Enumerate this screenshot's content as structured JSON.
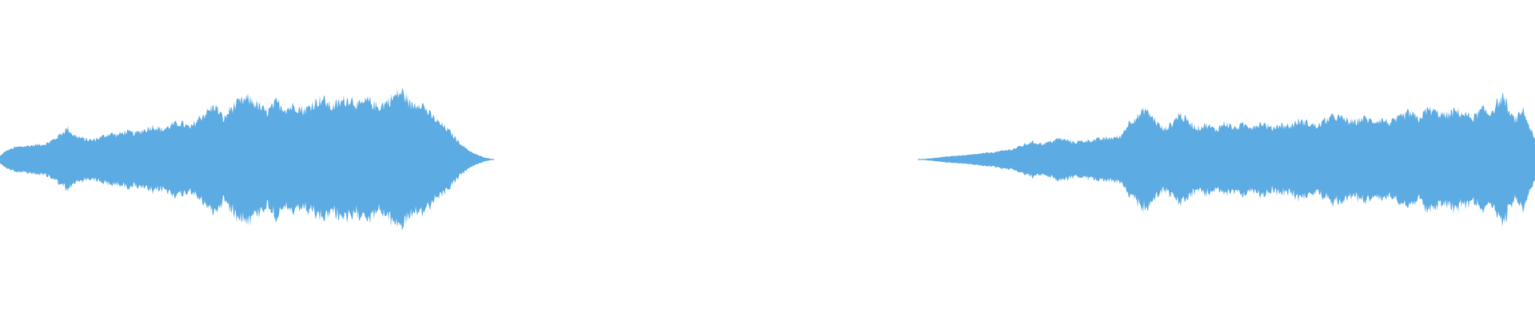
{
  "waveform": {
    "color": "#5dabe3",
    "background": "#ffffff",
    "segments": [
      {
        "name": "segment-1",
        "start": 0.0,
        "end": 0.322,
        "envelope": [
          [
            0.0,
            0.04
          ],
          [
            0.004,
            0.1
          ],
          [
            0.01,
            0.14
          ],
          [
            0.02,
            0.16
          ],
          [
            0.03,
            0.18
          ],
          [
            0.036,
            0.24
          ],
          [
            0.04,
            0.3
          ],
          [
            0.044,
            0.36
          ],
          [
            0.048,
            0.28
          ],
          [
            0.054,
            0.24
          ],
          [
            0.06,
            0.22
          ],
          [
            0.066,
            0.26
          ],
          [
            0.072,
            0.3
          ],
          [
            0.076,
            0.28
          ],
          [
            0.082,
            0.32
          ],
          [
            0.088,
            0.3
          ],
          [
            0.094,
            0.34
          ],
          [
            0.1,
            0.38
          ],
          [
            0.106,
            0.34
          ],
          [
            0.112,
            0.4
          ],
          [
            0.118,
            0.42
          ],
          [
            0.124,
            0.36
          ],
          [
            0.13,
            0.48
          ],
          [
            0.136,
            0.56
          ],
          [
            0.14,
            0.62
          ],
          [
            0.146,
            0.46
          ],
          [
            0.15,
            0.58
          ],
          [
            0.156,
            0.66
          ],
          [
            0.162,
            0.7
          ],
          [
            0.168,
            0.62
          ],
          [
            0.174,
            0.54
          ],
          [
            0.18,
            0.66
          ],
          [
            0.186,
            0.58
          ],
          [
            0.192,
            0.62
          ],
          [
            0.198,
            0.56
          ],
          [
            0.204,
            0.64
          ],
          [
            0.21,
            0.7
          ],
          [
            0.216,
            0.6
          ],
          [
            0.222,
            0.66
          ],
          [
            0.228,
            0.7
          ],
          [
            0.234,
            0.62
          ],
          [
            0.24,
            0.68
          ],
          [
            0.246,
            0.6
          ],
          [
            0.252,
            0.66
          ],
          [
            0.258,
            0.74
          ],
          [
            0.262,
            0.78
          ],
          [
            0.268,
            0.62
          ],
          [
            0.274,
            0.66
          ],
          [
            0.28,
            0.52
          ],
          [
            0.286,
            0.42
          ],
          [
            0.292,
            0.34
          ],
          [
            0.298,
            0.22
          ],
          [
            0.304,
            0.12
          ],
          [
            0.31,
            0.06
          ],
          [
            0.316,
            0.02
          ],
          [
            0.322,
            0.0
          ]
        ]
      },
      {
        "name": "segment-2",
        "start": 0.598,
        "end": 1.0,
        "envelope": [
          [
            0.598,
            0.0
          ],
          [
            0.61,
            0.02
          ],
          [
            0.62,
            0.04
          ],
          [
            0.63,
            0.05
          ],
          [
            0.64,
            0.07
          ],
          [
            0.65,
            0.09
          ],
          [
            0.66,
            0.12
          ],
          [
            0.666,
            0.16
          ],
          [
            0.672,
            0.2
          ],
          [
            0.68,
            0.18
          ],
          [
            0.69,
            0.24
          ],
          [
            0.7,
            0.2
          ],
          [
            0.71,
            0.22
          ],
          [
            0.72,
            0.24
          ],
          [
            0.73,
            0.26
          ],
          [
            0.736,
            0.44
          ],
          [
            0.742,
            0.5
          ],
          [
            0.746,
            0.58
          ],
          [
            0.752,
            0.46
          ],
          [
            0.758,
            0.34
          ],
          [
            0.764,
            0.42
          ],
          [
            0.768,
            0.52
          ],
          [
            0.774,
            0.44
          ],
          [
            0.78,
            0.36
          ],
          [
            0.786,
            0.4
          ],
          [
            0.792,
            0.34
          ],
          [
            0.798,
            0.42
          ],
          [
            0.804,
            0.36
          ],
          [
            0.81,
            0.4
          ],
          [
            0.816,
            0.38
          ],
          [
            0.822,
            0.42
          ],
          [
            0.828,
            0.36
          ],
          [
            0.834,
            0.4
          ],
          [
            0.84,
            0.38
          ],
          [
            0.846,
            0.44
          ],
          [
            0.852,
            0.42
          ],
          [
            0.858,
            0.38
          ],
          [
            0.864,
            0.46
          ],
          [
            0.87,
            0.5
          ],
          [
            0.876,
            0.46
          ],
          [
            0.882,
            0.42
          ],
          [
            0.888,
            0.48
          ],
          [
            0.894,
            0.44
          ],
          [
            0.9,
            0.46
          ],
          [
            0.906,
            0.42
          ],
          [
            0.912,
            0.48
          ],
          [
            0.918,
            0.54
          ],
          [
            0.924,
            0.46
          ],
          [
            0.93,
            0.58
          ],
          [
            0.936,
            0.54
          ],
          [
            0.942,
            0.5
          ],
          [
            0.948,
            0.56
          ],
          [
            0.954,
            0.52
          ],
          [
            0.96,
            0.48
          ],
          [
            0.966,
            0.58
          ],
          [
            0.97,
            0.52
          ],
          [
            0.976,
            0.66
          ],
          [
            0.98,
            0.72
          ],
          [
            0.984,
            0.5
          ],
          [
            0.988,
            0.46
          ],
          [
            0.992,
            0.58
          ],
          [
            0.996,
            0.4
          ],
          [
            1.0,
            0.22
          ]
        ]
      }
    ]
  }
}
